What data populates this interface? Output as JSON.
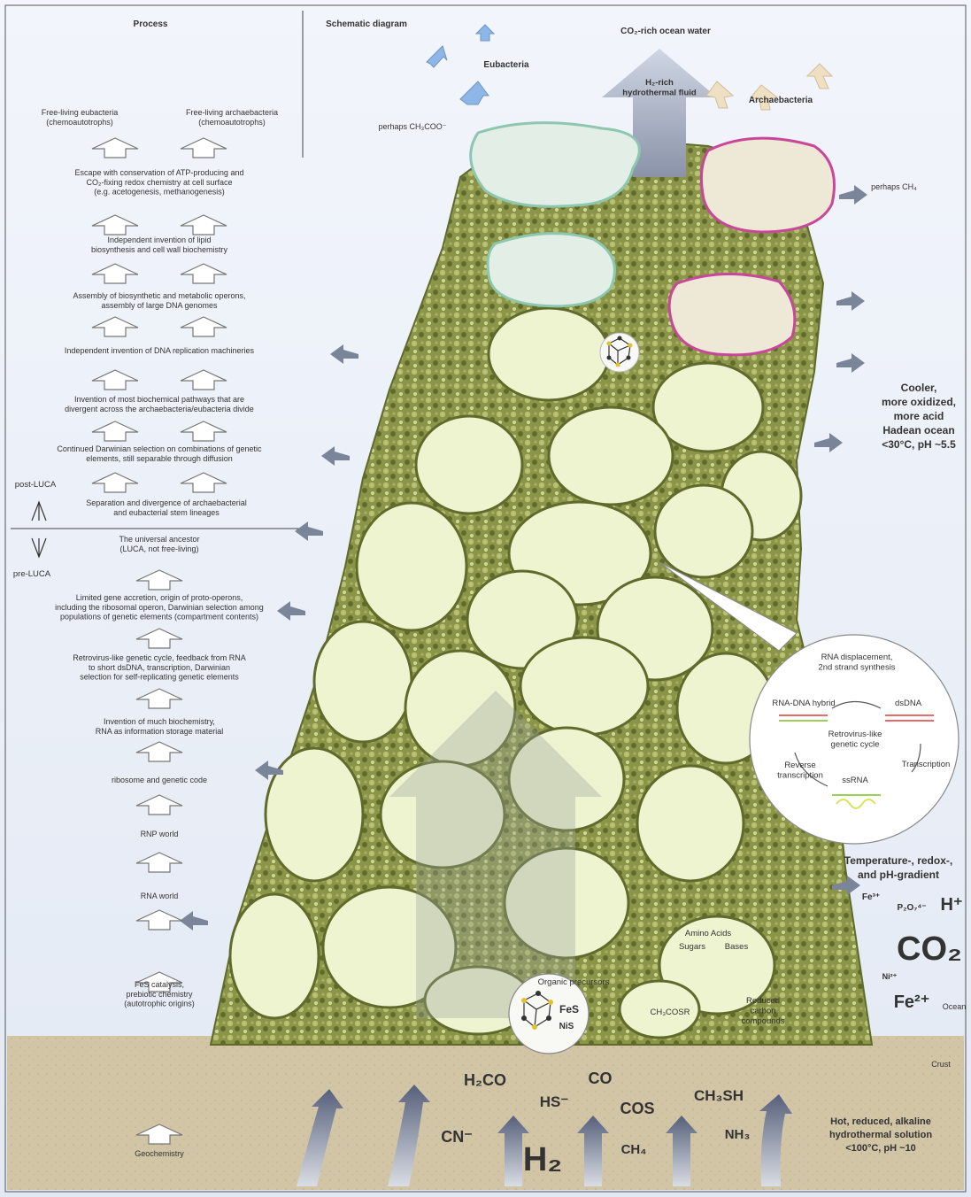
{
  "headers": {
    "process": "Process",
    "schematic": "Schematic diagram"
  },
  "process_steps": [
    "Free-living eubacteria|(chemoautotrophs)",
    "Free-living archaebacteria|(chemoautotrophs)",
    "Escape with conservation of ATP-producing and|CO₂-fixing redox chemistry at cell surface|(e.g. acetogenesis, methanogenesis)",
    "Independent invention of lipid|biosynthesis and cell wall biochemistry",
    "Assembly of biosynthetic and metabolic operons,|assembly of large DNA genomes",
    "Independent invention of DNA replication machineries",
    "Invention of most biochemical pathways that are|divergent across the archaebacteria/eubacteria divide",
    "Continued Darwinian selection on combinations of genetic|elements, still separable through diffusion",
    "Separation and divergence of archaebacterial|and eubacterial stem lineages",
    "The universal ancestor|(LUCA, not free-living)",
    "Limited gene accretion, origin of proto-operons,|including the ribosomal operon, Darwinian selection among|populations of genetic elements (compartment contents)",
    "Retrovirus-like genetic cycle, feedback from RNA|to short dsDNA, transcription, Darwinian|selection for self-replicating genetic elements",
    "Invention of much biochemistry,|RNA as information storage material",
    "ribosome and genetic code",
    "RNP world",
    "RNA world",
    "FeS catalysis,|prebiotic chemistry|(autotrophic origins)",
    "Geochemistry"
  ],
  "luca_labels": {
    "post": "post-LUCA",
    "pre": "pre-LUCA"
  },
  "top_labels": {
    "ocean_water": "CO₂-rich ocean water",
    "eubacteria": "Eubacteria",
    "archaebacteria": "Archaebacteria",
    "hydrothermal_fluid": "H₂-rich|hydrothermal fluid",
    "acetate": "perhaps CH₃COO⁻",
    "methane": "perhaps CH₄"
  },
  "ocean_label": "Cooler,|more oxidized,|more acid|Hadean ocean|<30°C, pH ~5.5",
  "rna_cycle": {
    "title": "RNA displacement,|2nd strand synthesis",
    "hybrid": "RNA-DNA hybrid",
    "dsdna": "dsDNA",
    "center": "Retrovirus-like|genetic cycle",
    "reverse": "Reverse|transcription",
    "transcription": "Transcription",
    "ssrna": "ssRNA"
  },
  "gradient": {
    "title": "Temperature-, redox-,|and pH-gradient",
    "fe3": "Fe³⁺",
    "p2o7": "P₂O₇⁴⁻",
    "h": "H⁺",
    "co2": "CO₂",
    "ni": "Ni²⁺",
    "fe2": "Fe²⁺",
    "ocean": "Ocean"
  },
  "mound_labels": {
    "organic": "Organic precursors",
    "amino": "Amino Acids",
    "sugars": "Sugars",
    "bases": "Bases",
    "ch3cosr": "CH₃COSR",
    "reduced": "Reduced|carbon|compounds",
    "fes": "FeS",
    "nis": "NiS"
  },
  "crust": {
    "label": "Crust",
    "h2co": "H₂CO",
    "hs": "HS⁻",
    "co": "CO",
    "cos": "COS",
    "ch3sh": "CH₃SH",
    "cn": "CN⁻",
    "h2": "H₂",
    "ch4": "CH₄",
    "nh3": "NH₃",
    "hydrothermal": "Hot, reduced, alkaline|hydrothermal solution|<100°C, pH ~10"
  },
  "colors": {
    "sky": "#e6ecf7",
    "mound_edge": "#6f7a3a",
    "compartment": "#eef4cf",
    "crust": "#d2c5a6",
    "eubacteria_arrow": "#8eb6e6",
    "archaea_arrow": "#efdfc3",
    "euk_membrane": "#8dc7b0",
    "arch_membrane": "#c9479a"
  }
}
